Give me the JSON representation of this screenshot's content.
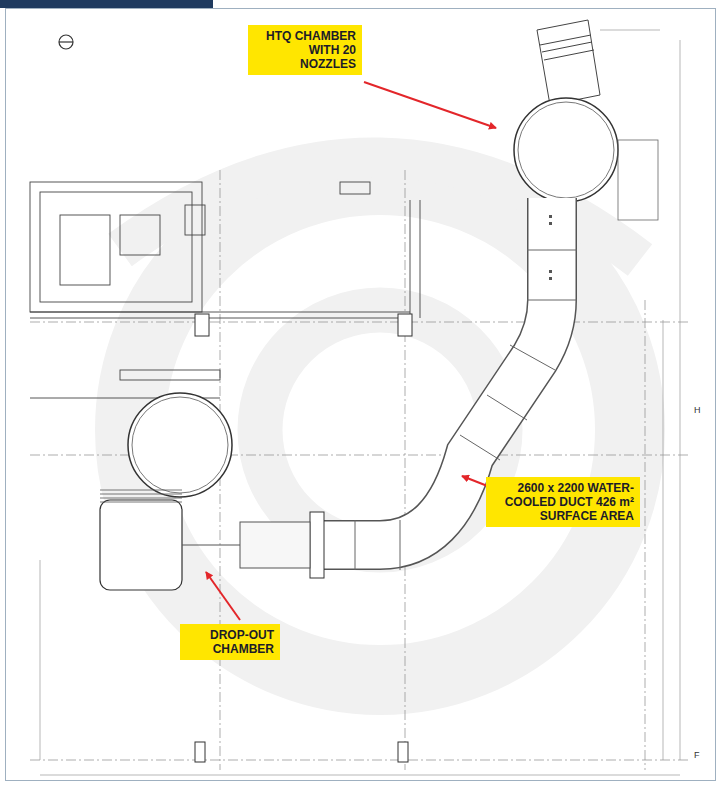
{
  "diagram": {
    "nodes": [
      {
        "text": [
          "HTQ CHAMBER WITH 20 NOZZLES"
        ]
      },
      {
        "text": [
          "2600 x 2200 WATER- COOLED DUCT 426 m² SURFACE AREA"
        ]
      },
      {
        "text": [
          "DROP-OUT CHAMBER"
        ]
      }
    ],
    "labels": [
      "H",
      "F"
    ]
  }
}
